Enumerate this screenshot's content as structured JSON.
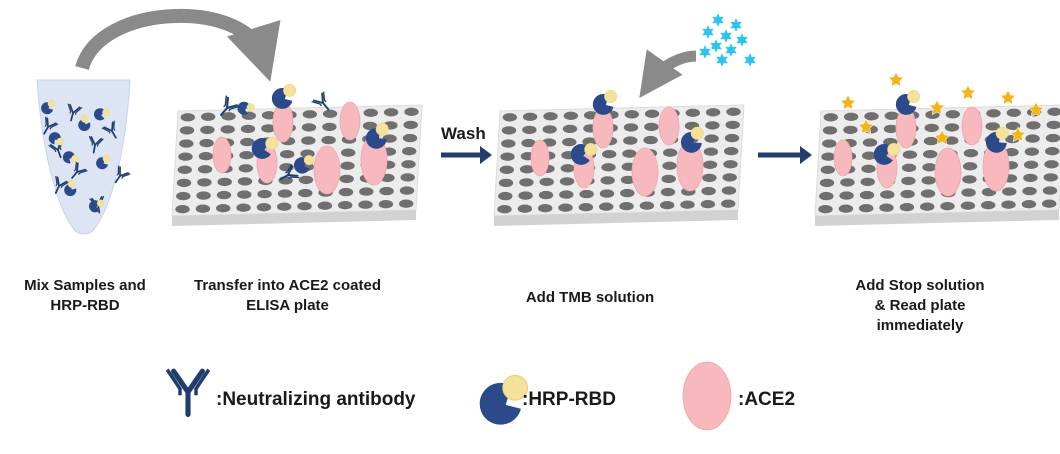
{
  "steps": [
    {
      "caption": "Mix Samples and\nHRP-RBD"
    },
    {
      "caption": "Transfer into ACE2 coated\nELISA plate"
    },
    {
      "caption": "Add TMB solution"
    },
    {
      "caption": "Add Stop solution\n& Read plate\nimmediately"
    }
  ],
  "wash_label": "Wash",
  "legend": {
    "antibody": ":Neutralizing antibody",
    "hrp_rbd": ":HRP-RBD",
    "ace2": ":ACE2"
  },
  "colors": {
    "antibody": "#1f3e6e",
    "rbd": "#2b4a8c",
    "hrp": "#f5e29a",
    "ace2": "#f7b9bd",
    "plate_top": "#ececec",
    "plate_side": "#d2d2d2",
    "well": "#6f6f6f",
    "arrow_gray": "#8a8a8a",
    "arrow_navy": "#1f3e6e",
    "tube": "#dde4f3",
    "tmb_star": "#29c4f0",
    "stop_star": "#f2b418"
  }
}
